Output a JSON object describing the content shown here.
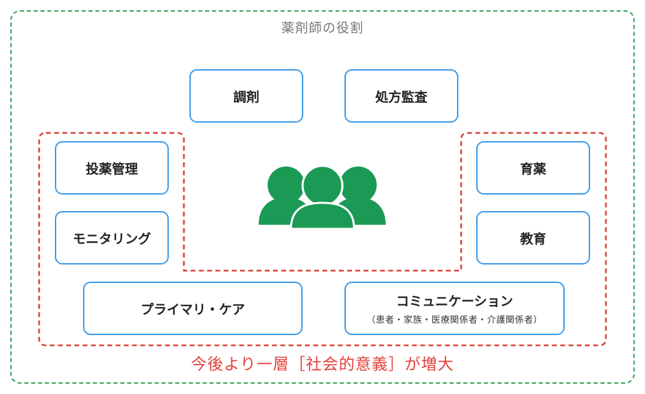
{
  "title": "薬剤師の役割",
  "roles": {
    "dispensing": "調剤",
    "prescription_audit": "処方監査",
    "medication_management": "投薬管理",
    "monitoring": "モニタリング",
    "primary_care": "プライマリ・ケア",
    "drug_development": "育薬",
    "education": "教育",
    "communication": "コミュニケーション",
    "communication_detail": "（患者・家族・医療関係者・介護関係者）"
  },
  "footer_note": "今後より一層［社会的意義］が増大",
  "colors": {
    "outer_border": "#3aa35e",
    "box_border": "#3d9be9",
    "red_outline": "#d9433b",
    "people_icon": "#1a9a55",
    "footer_text": "#e2403a"
  },
  "icons": [
    "people-group-icon"
  ]
}
